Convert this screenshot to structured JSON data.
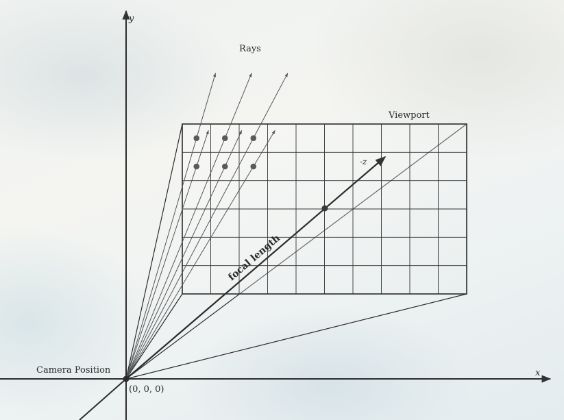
{
  "labels": {
    "x_axis": "x",
    "y_axis": "y",
    "neg_z": "-z",
    "rays": "Rays",
    "viewport": "Viewport",
    "camera_position": "Camera Position",
    "origin": "(0, 0, 0)",
    "focal_length": "focal length"
  },
  "colors": {
    "line": "#2b2b2b",
    "grid": "#333333",
    "ray": "#555555",
    "dot": "#5a5a5a"
  },
  "viewport_grid": {
    "columns": 10,
    "rows": 6
  },
  "sample_points": {
    "columns": 3,
    "rows": 2
  }
}
